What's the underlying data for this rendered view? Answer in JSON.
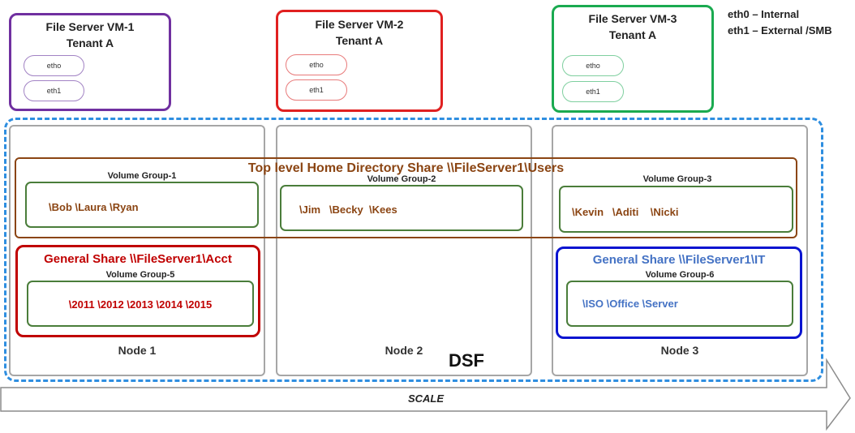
{
  "legend": {
    "line1": "eth0 – Internal",
    "line2": "eth1 – External /SMB"
  },
  "vms": [
    {
      "name": "File Server VM-1",
      "tenant": "Tenant A",
      "nic1": "etho",
      "nic2": "eth1",
      "color": "#7030a0"
    },
    {
      "name": "File Server VM-2",
      "tenant": "Tenant A",
      "nic1": "etho",
      "nic2": "eth1",
      "color": "#e02020"
    },
    {
      "name": "File Server VM-3",
      "tenant": "Tenant A",
      "nic1": "etho",
      "nic2": "eth1",
      "color": "#1aaa50"
    }
  ],
  "nodes": [
    {
      "label": "Node 1"
    },
    {
      "label": "Node 2"
    },
    {
      "label": "Node 3"
    }
  ],
  "home_share": {
    "title": "Top level Home Directory Share \\\\FileServer1\\Users",
    "color": "#8b4513"
  },
  "volume_groups": [
    {
      "label": "Volume Group-1",
      "folders": "\\Bob \\Laura \\Ryan"
    },
    {
      "label": "Volume Group-2",
      "folders": "\\Jim   \\Becky  \\Kees"
    },
    {
      "label": "Volume Group-3",
      "folders": "\\Kevin   \\Aditi    \\Nicki"
    },
    {
      "label": "Volume Group-5",
      "folders": "\\2011 \\2012 \\2013 \\2014 \\2015"
    },
    {
      "label": "Volume Group-6",
      "folders": "\\ISO \\Office \\Server"
    }
  ],
  "acct_share": {
    "title": "General Share \\\\FileServer1\\Acct",
    "color": "#c00000"
  },
  "it_share": {
    "title": "General Share \\\\FileServer1\\IT",
    "color": "#4472c4"
  },
  "dsf": {
    "label": "DSF",
    "color": "#2e8ee0"
  },
  "scale": {
    "label": "SCALE"
  }
}
